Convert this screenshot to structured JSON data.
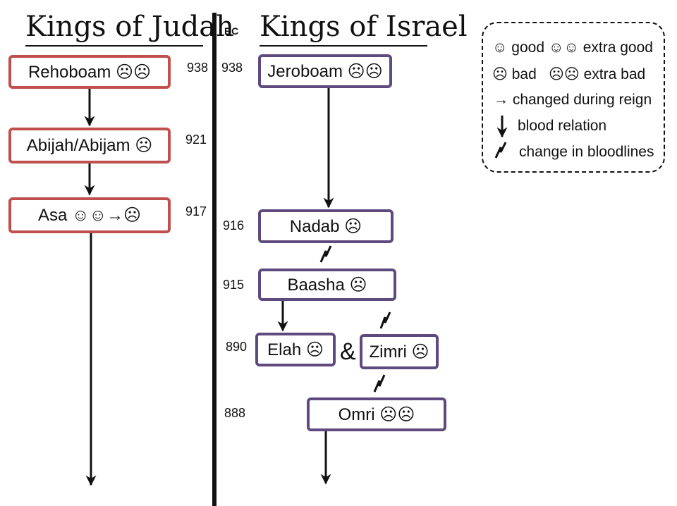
{
  "titles": {
    "judah": "Kings of Judah",
    "israel": "Kings of Israel",
    "era": "BC"
  },
  "judah": [
    {
      "name": "Rehoboam ☹☹",
      "year": "938"
    },
    {
      "name": "Abijah/Abijam ☹",
      "year": "921"
    },
    {
      "name": "Asa ☺☺→☹",
      "year": "917"
    }
  ],
  "israel": [
    {
      "name": "Jeroboam ☹☹",
      "year": "938"
    },
    {
      "name": "Nadab ☹",
      "year": "916"
    },
    {
      "name": "Baasha ☹",
      "year": "915"
    },
    {
      "name": "Elah ☹",
      "year": "890"
    },
    {
      "name": "Zimri ☹",
      "year": ""
    },
    {
      "name": "Omri ☹☹",
      "year": "888"
    }
  ],
  "ampersand": "&",
  "legend": {
    "good": "☺ good",
    "extra_good": "☺☺ extra good",
    "bad": "☹ bad",
    "extra_bad": "☹☹ extra bad",
    "changed": "→ changed during reign",
    "blood": "blood relation",
    "bloodline_change": "change in bloodlines"
  },
  "colors": {
    "judah_border": "#c0504d",
    "israel_border": "#5e4a7f",
    "line": "#111111"
  }
}
